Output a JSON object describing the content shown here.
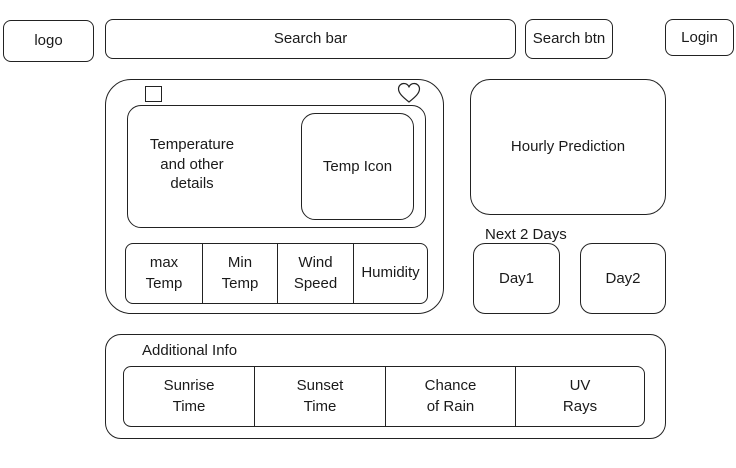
{
  "header": {
    "logo": "logo",
    "search_bar": "Search bar",
    "search_button": "Search btn",
    "login": "Login"
  },
  "weather_card": {
    "details": "Temperature\nand other\ndetails",
    "temp_icon": "Temp Icon",
    "stats": [
      "max\nTemp",
      "Min\nTemp",
      "Wind\nSpeed",
      "Humidity"
    ],
    "checkbox_icon": "square-checkbox-icon",
    "favorite_icon": "heart-icon"
  },
  "hourly": {
    "label": "Hourly Prediction"
  },
  "next_days": {
    "title": "Next 2 Days",
    "days": [
      "Day1",
      "Day2"
    ]
  },
  "additional_info": {
    "title": "Additional Info",
    "items": [
      "Sunrise\nTime",
      "Sunset\nTime",
      "Chance\nof Rain",
      "UV\nRays"
    ]
  }
}
